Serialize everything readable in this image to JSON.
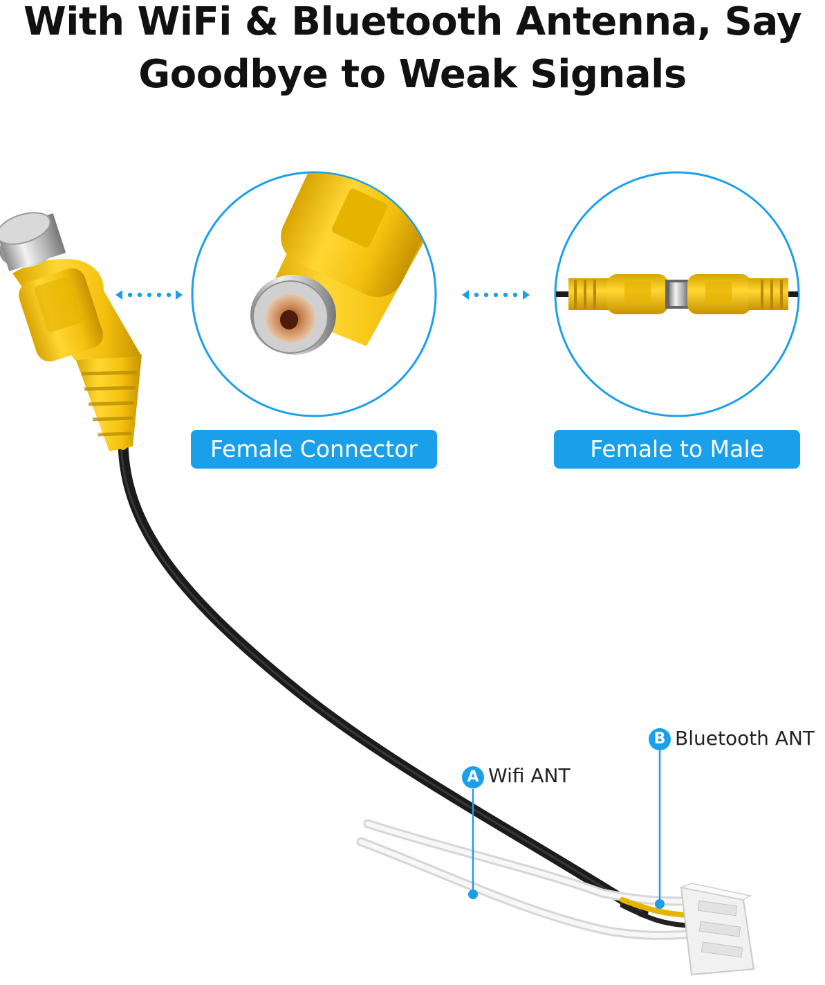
{
  "header": {
    "line1": "With WiFi & Bluetooth Antenna, Say",
    "line2": "Goodbye to Weak Signals"
  },
  "badges": {
    "left": "Female Connector",
    "right": "Female to Male"
  },
  "callouts": {
    "a": {
      "marker": "A",
      "label": "Wifi ANT"
    },
    "b": {
      "marker": "B",
      "label": "Bluetooth ANT"
    }
  },
  "colors": {
    "accent": "#1aa0ea",
    "connector_yellow": "#f2c20c",
    "cable_black": "#1b1b1b"
  }
}
